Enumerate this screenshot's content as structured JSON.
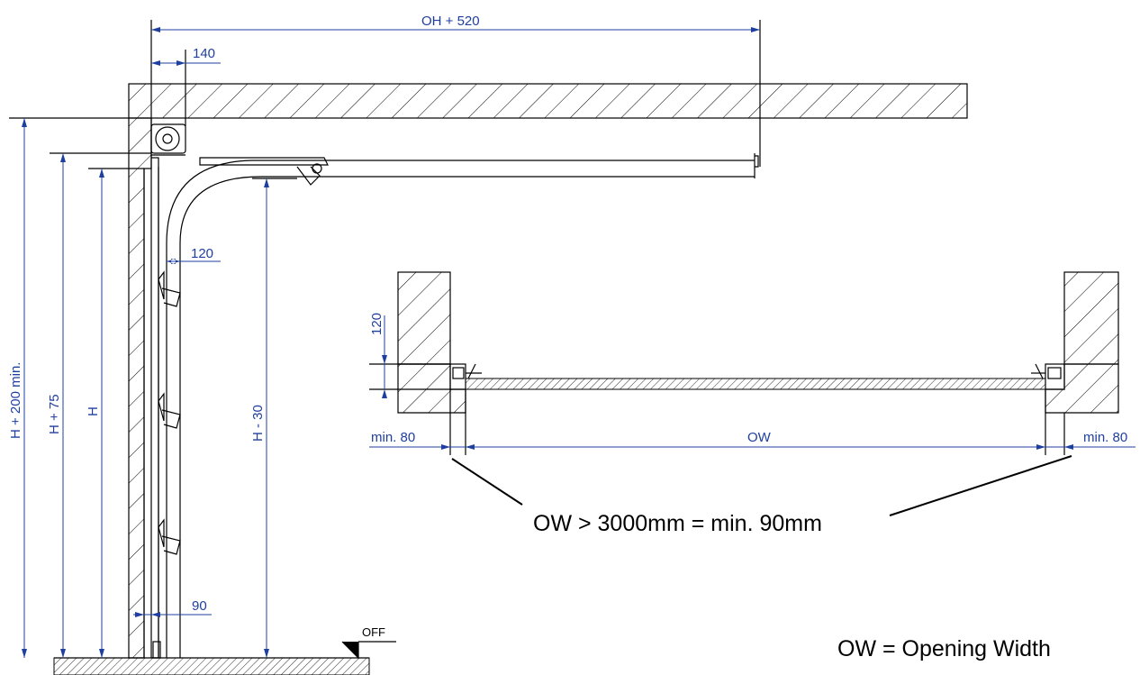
{
  "dimensions": {
    "oh_plus_520": "OH + 520",
    "d140": "140",
    "d120_track": "120",
    "d90": "90",
    "h_plus_200": "H + 200 min.",
    "h_plus_75": "H + 75",
    "h": "H",
    "h_minus_30": "H - 30",
    "d120_plan": "120",
    "min80_left": "min. 80",
    "ow": "OW",
    "min80_right": "min. 80"
  },
  "floor_marker": "OFF",
  "notes": {
    "ow_rule": "OW > 3000mm = min. 90mm",
    "ow_definition": "OW = Opening Width"
  }
}
